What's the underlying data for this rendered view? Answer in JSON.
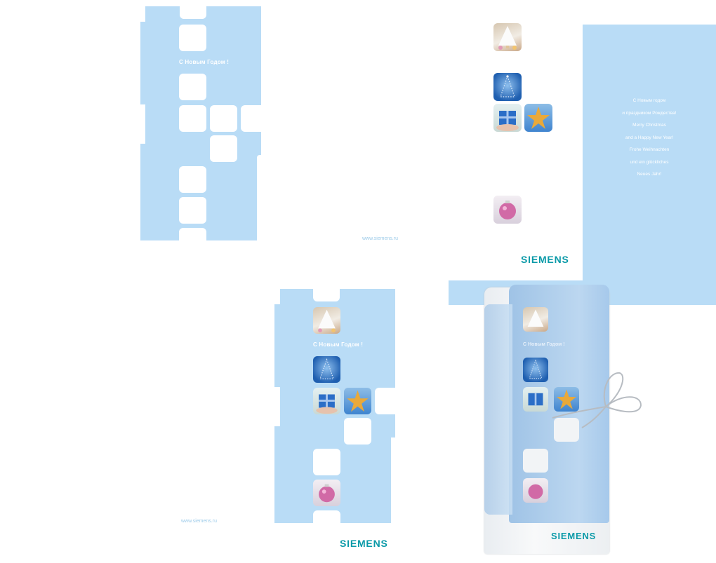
{
  "greeting_ru": "С Новым Годом !",
  "website": "www.siemens.ru",
  "brand": "SIEMENS",
  "inside_message": [
    "С Новым годом",
    "и праздником Рождества!",
    "Merry Christmas",
    "and a Happy New Year!",
    "Frohe Weihnachten",
    "und ein glückliches",
    "Neues Jahr!"
  ],
  "icons": {
    "tree": "white-christmas-tree-icon",
    "blue_tree": "blue-christmas-tree-icon",
    "gift": "gift-box-icon",
    "star": "starfish-star-icon",
    "ornament": "pink-ornament-icon"
  },
  "colors": {
    "card_blue": "#b9dcf6",
    "brand_teal": "#0b9aa8"
  }
}
